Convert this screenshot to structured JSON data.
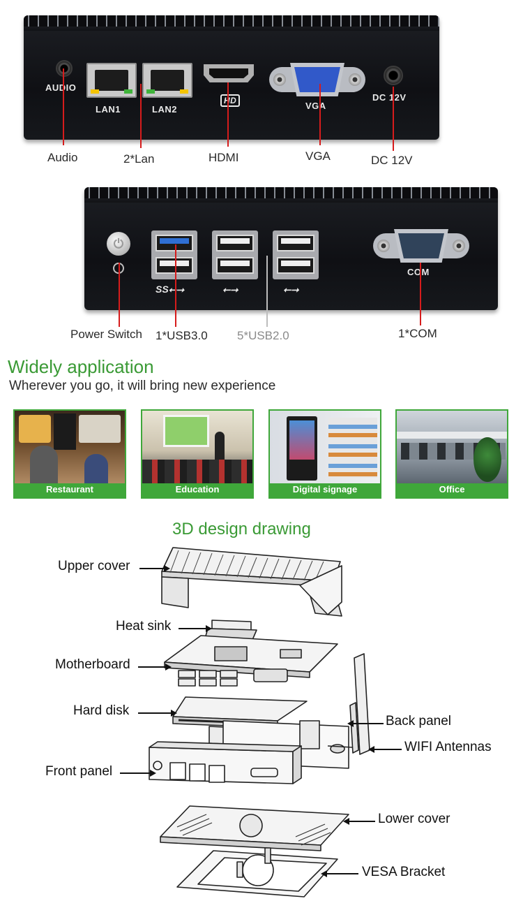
{
  "back_panel": {
    "labels": {
      "audio": "AUDIO",
      "lan1": "LAN1",
      "lan2": "LAN2",
      "hd": "HD",
      "vga": "VGA",
      "dc": "DC 12V"
    },
    "callouts": {
      "audio": "Audio",
      "lan": "2*Lan",
      "hdmi": "HDMI",
      "vga": "VGA",
      "dc": "DC 12V"
    }
  },
  "front_panel": {
    "labels": {
      "com": "COM",
      "ss_usb": "SS⭠⭢"
    },
    "callouts": {
      "power": "Power Switch",
      "usb3": "1*USB3.0",
      "usb2": "5*USB2.0",
      "com": "1*COM"
    }
  },
  "application": {
    "title": "Widely application",
    "subtitle": "Wherever you go, it will bring new experience",
    "cards": [
      {
        "label": "Restaurant"
      },
      {
        "label": "Education"
      },
      {
        "label": "Digital signage"
      },
      {
        "label": "Office"
      }
    ]
  },
  "drawing": {
    "title": "3D design drawing",
    "parts": {
      "upper_cover": "Upper cover",
      "heat_sink": "Heat sink",
      "motherboard": "Motherboard",
      "hard_disk": "Hard disk",
      "back_panel": "Back panel",
      "wifi": "WIFI Antennas",
      "front_panel": "Front panel",
      "lower_cover": "Lower cover",
      "vesa": "VESA Bracket"
    }
  },
  "colors": {
    "accent_green": "#3fa73a",
    "callout_red": "#d61c1c",
    "device_black": "#111216"
  }
}
